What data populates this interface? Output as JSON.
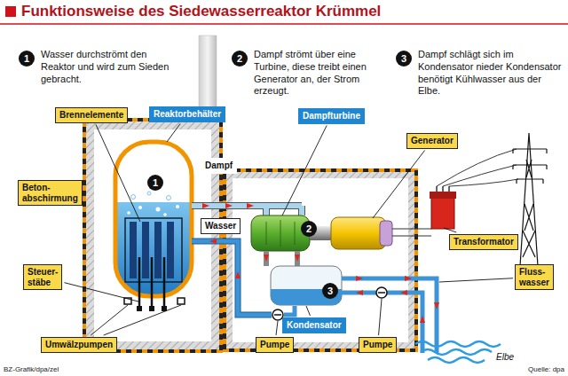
{
  "diagram": {
    "title": "Funktionsweise des Siedewasserreaktor Krümmel",
    "nodes": [
      {
        "text": [
          "Brennelemente"
        ]
      },
      {
        "text": [
          "Reaktorbehälter"
        ]
      },
      {
        "text": [
          "Dampfturbine"
        ]
      },
      {
        "text": [
          "Generator"
        ]
      },
      {
        "text": [
          "Beton- abschirmung"
        ]
      },
      {
        "text": [
          "Dampf"
        ]
      },
      {
        "text": [
          "Wasser"
        ]
      },
      {
        "text": [
          "Steuer- stäbe"
        ]
      },
      {
        "text": [
          "Transformator"
        ]
      },
      {
        "text": [
          "Fluss- wasser"
        ]
      },
      {
        "text": [
          "Kondensator"
        ]
      },
      {
        "text": [
          "Pumpe"
        ]
      },
      {
        "text": [
          "Pumpe"
        ]
      },
      {
        "text": [
          "Umwälzpumpen"
        ]
      }
    ],
    "labels": [
      "1",
      "Wasser durchströmt den Reaktor und wird zum Sieden gebracht.",
      "2",
      "Dampf strömt über eine Turbine, diese treibt einen Generator an, der Strom erzeugt.",
      "3",
      "Dampf schlägt sich im Kondensator nieder Kondensator benötigt Kühlwasser aus der Elbe.",
      "1",
      "2",
      "3",
      "Elbe",
      "BZ-Grafik/dpa/zel",
      "Quelle: dpa"
    ]
  }
}
